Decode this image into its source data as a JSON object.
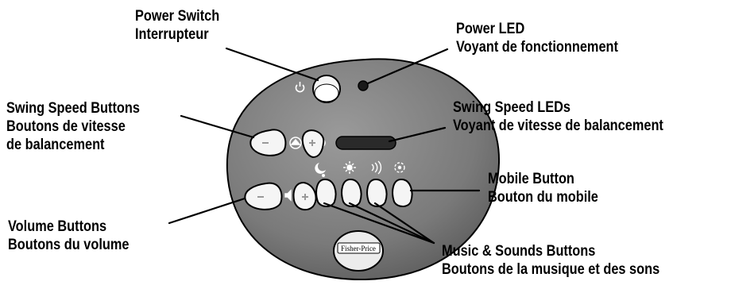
{
  "callouts": {
    "power_switch": {
      "en": "Power Switch",
      "fr": "Interrupteur"
    },
    "power_led": {
      "en": "Power LED",
      "fr": "Voyant de fonctionnement"
    },
    "swing_speed_buttons": {
      "en": "Swing Speed Buttons",
      "fr": "Boutons de vitesse",
      "fr2": "de balancement"
    },
    "swing_speed_leds": {
      "en": "Swing Speed LEDs",
      "fr": "Voyant de vitesse de balancement"
    },
    "mobile_button": {
      "en": "Mobile Button",
      "fr": "Bouton du mobile"
    },
    "volume_buttons": {
      "en": "Volume Buttons",
      "fr": "Boutons du volume"
    },
    "music_sounds_buttons": {
      "en": "Music & Sounds Buttons",
      "fr": "Boutons de la musique et des sons"
    }
  },
  "logo": {
    "text": "Fisher-Price"
  },
  "icons": [
    "power-icon",
    "swing-icon",
    "timer-icon",
    "volume-icon",
    "lullaby-icon",
    "sun-icon",
    "sound-waves-icon",
    "mobile-icon"
  ],
  "colors": {
    "body": "#7f7f7f",
    "button": "#f5f5f5",
    "outline": "#000000"
  }
}
